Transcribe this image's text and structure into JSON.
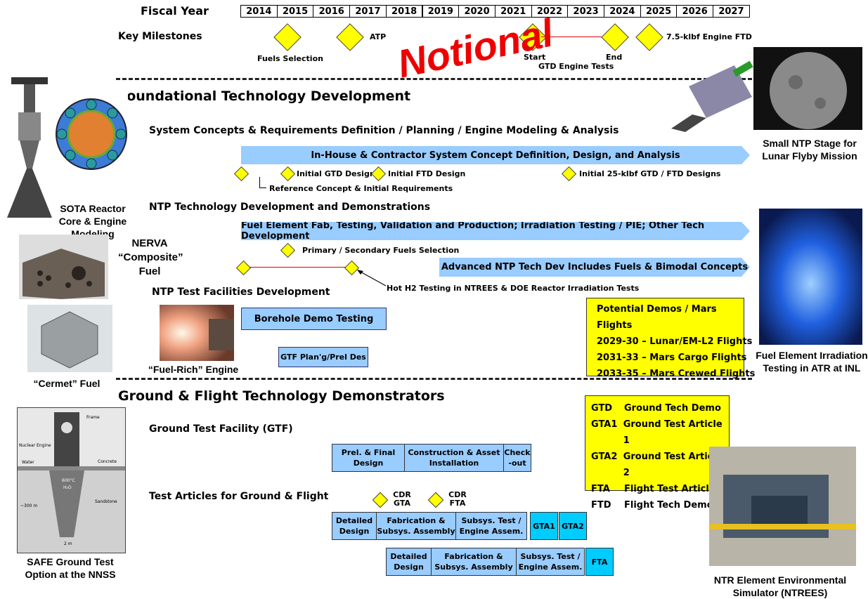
{
  "timeline": {
    "label": "Fiscal Year",
    "years": [
      "2014",
      "2015",
      "2016",
      "2017",
      "2018",
      "2019",
      "2020",
      "2021",
      "2022",
      "2023",
      "2024",
      "2025",
      "2026",
      "2027"
    ]
  },
  "milestones": {
    "label": "Key Milestones",
    "fuels_selection": "Fuels Selection",
    "atp": "ATP",
    "start": "Start",
    "end": "End",
    "gtd_engine_tests": "GTD Engine Tests",
    "ftd": "7.5-klbf Engine FTD"
  },
  "watermark": "Notional",
  "foundational": {
    "title": "Foundational Technology Development",
    "system_concepts": "System Concepts & Requirements Definition / Planning / Engine Modeling & Analysis",
    "bar_concept": "In-House & Contractor System Concept Definition, Design, and Analysis",
    "initial_gtd": "Initial GTD Design",
    "initial_ftd": "Initial FTD Design",
    "initial_25k": "Initial 25-klbf GTD / FTD Designs",
    "reference_concept": "Reference Concept & Initial Requirements",
    "ntp_tech": "NTP Technology Development and Demonstrations",
    "bar_fuel": "Fuel Element Fab, Testing, Validation and Production;  Irradiation Testing / PIE;  Other Tech Development",
    "primary_fuels": "Primary / Secondary Fuels Selection",
    "bar_advanced": "Advanced NTP Tech Dev Includes Fuels & Bimodal Concepts",
    "hot_h2": "Hot H2 Testing in NTREES & DOE Reactor Irradiation Tests",
    "test_facilities": "NTP Test Facilities Development",
    "borehole": "Borehole Demo Testing",
    "gtf_plan": "GTF Plan'g/Prel Des"
  },
  "demos_box": {
    "title": "Potential Demos / Mars Flights",
    "rows": [
      "2029-30  –  Lunar/EM-L2 Flights",
      "2031-33  –  Mars Cargo Flights",
      "2033-35  –  Mars Crewed Flights"
    ]
  },
  "ground_flight": {
    "title": "Ground & Flight Technology Demonstrators",
    "gtf": "Ground Test Facility (GTF)",
    "gtf_prel": "Prel. & Final Design",
    "gtf_construction": "Construction & Asset Installation",
    "gtf_checkout": "Check -out",
    "test_articles": "Test Articles for Ground & Flight",
    "cdr_gta": "CDR GTA",
    "cdr_fta": "CDR FTA",
    "row1": [
      "Detailed Design",
      "Fabrication & Subsys. Assembly",
      "Subsys. Test / Engine Assem.",
      "GTA1",
      "GTA2"
    ],
    "row2": [
      "Detailed Design",
      "Fabrication & Subsys. Assembly",
      "Subsys. Test / Engine Assem.",
      "FTA"
    ]
  },
  "legend": [
    {
      "abbr": "GTD",
      "text": "Ground Tech Demo"
    },
    {
      "abbr": "GTA1",
      "text": "Ground Test Article 1"
    },
    {
      "abbr": "GTA2",
      "text": "Ground Test Article 2"
    },
    {
      "abbr": "FTA",
      "text": "Flight Test Article"
    },
    {
      "abbr": "FTD",
      "text": "Flight Tech Demo"
    }
  ],
  "captions": {
    "sota": "SOTA Reactor Core & Engine Modeling",
    "nerva": "NERVA “Composite” Fuel",
    "cermet": "“Cermet” Fuel",
    "fuel_rich": "“Fuel-Rich” Engine",
    "safe": "SAFE Ground Test Option at the NNSS",
    "lunar": "Small NTP Stage for Lunar Flyby Mission",
    "fuel_element": "Fuel Element Irradiation Testing in ATR at INL",
    "ntrees": "NTR Element Environmental Simulator (NTREES)"
  },
  "safe_diagram": {
    "frame": "Frame",
    "nuclear_engine": "Nuclear Engine",
    "water": "Water",
    "concrete": "Concrete",
    "temp": "600°C",
    "h2o": "H₂O",
    "sandstone": "Sandstone",
    "depth": "~300 m",
    "width": "2 m"
  },
  "colors": {
    "bar": "#99ccff",
    "milestone": "#ffff00",
    "watermark": "#ee0000",
    "cyan": "#00ccff"
  }
}
